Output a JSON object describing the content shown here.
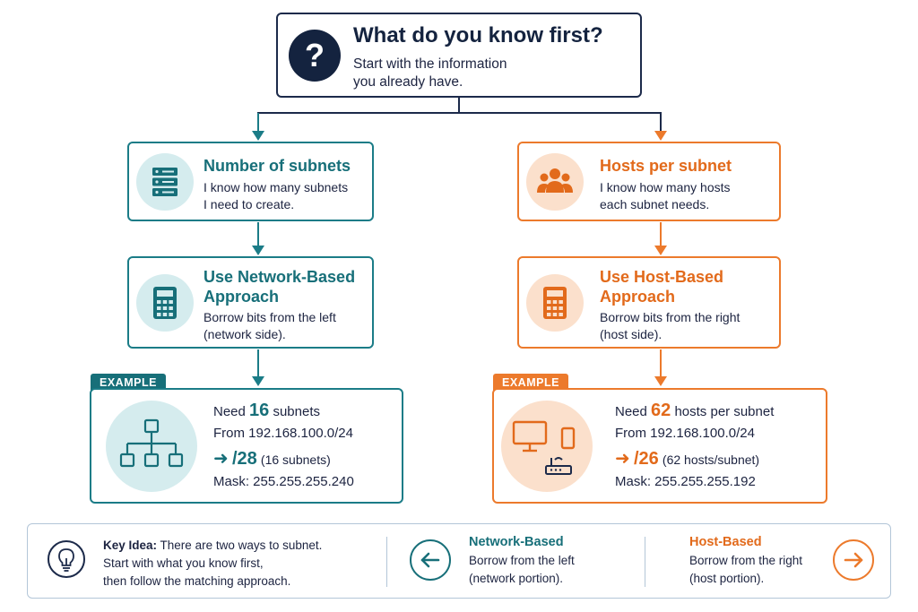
{
  "question": {
    "icon": "question-icon",
    "symbol": "?",
    "title": "What do you know first?",
    "subtitle_line1": "Start with the information",
    "subtitle_line2": "you already have."
  },
  "left_branch": {
    "color": "#1b7c87",
    "knowledge": {
      "icon": "server-stack-icon",
      "title": "Number of subnets",
      "text_line1": "I know how many subnets",
      "text_line2": "I need to create."
    },
    "approach": {
      "icon": "calculator-icon",
      "title_line1": "Use Network-Based",
      "title_line2": "Approach",
      "text_line1": "Borrow bits from the left",
      "text_line2": "(network side)."
    },
    "example": {
      "tag": "EXAMPLE",
      "icon": "network-hierarchy-icon",
      "need_prefix": "Need",
      "need_value": "16",
      "need_suffix": "subnets",
      "from": "From 192.168.100.0/24",
      "arrow": "➜",
      "result": "/28",
      "result_note": "(16 subnets)",
      "mask": "Mask: 255.255.255.240"
    }
  },
  "right_branch": {
    "color": "#ec7a2c",
    "knowledge": {
      "icon": "users-group-icon",
      "title": "Hosts per subnet",
      "text_line1": "I know how many hosts",
      "text_line2": "each subnet needs."
    },
    "approach": {
      "icon": "calculator-icon",
      "title_line1": "Use Host-Based",
      "title_line2": "Approach",
      "text_line1": "Borrow bits from the right",
      "text_line2": "(host side)."
    },
    "example": {
      "tag": "EXAMPLE",
      "icon": "devices-icon",
      "need_prefix": "Need",
      "need_value": "62",
      "need_suffix": "hosts per subnet",
      "from": "From 192.168.100.0/24",
      "arrow": "➜",
      "result": "/26",
      "result_note": "(62 hosts/subnet)",
      "mask": "Mask: 255.255.255.192"
    }
  },
  "key_idea": {
    "icon": "lightbulb-icon",
    "label": "Key Idea:",
    "text_line1": "There are two ways to subnet.",
    "text_line2": "Start with what you know first,",
    "text_line3": "then follow the matching approach.",
    "network": {
      "icon": "arrow-left-icon",
      "title": "Network-Based",
      "text_line1": "Borrow from the left",
      "text_line2": "(network portion)."
    },
    "host": {
      "icon": "arrow-right-icon",
      "title": "Host-Based",
      "text_line1": "Borrow from the right",
      "text_line2": "(host portion)."
    }
  }
}
